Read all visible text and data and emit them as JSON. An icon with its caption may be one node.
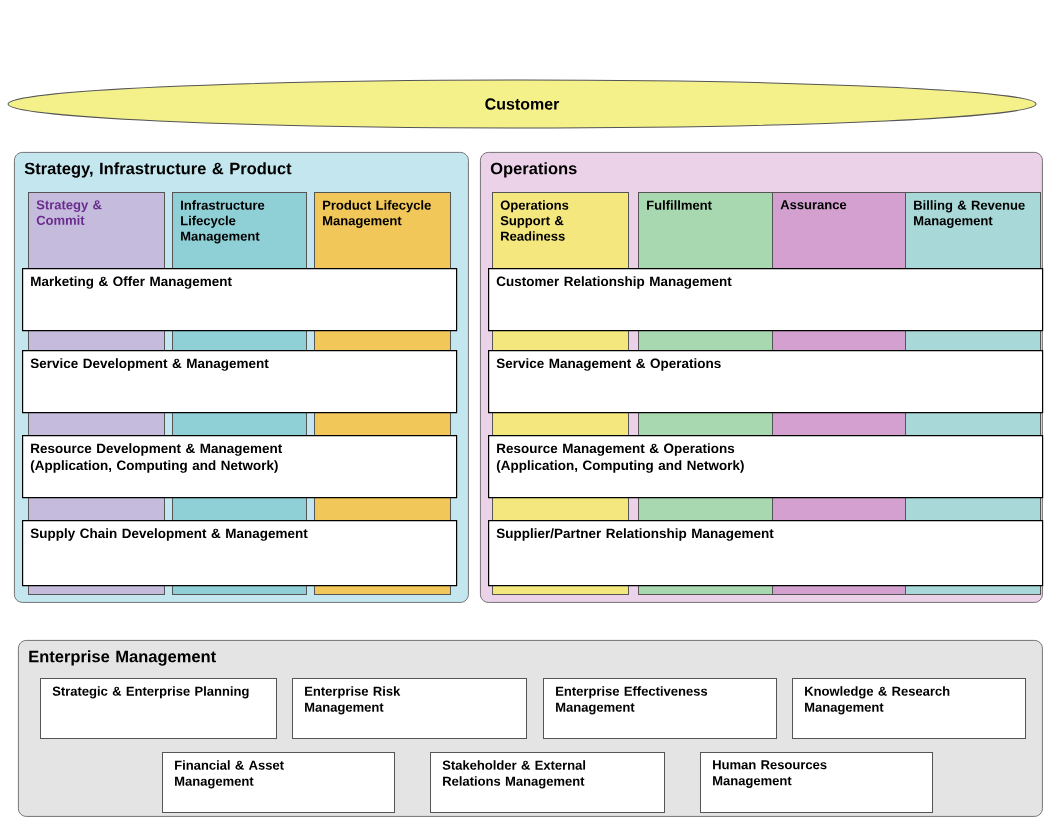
{
  "diagram": {
    "nodes": [
      {
        "text": [
          "Customer"
        ]
      },
      {
        "text": [
          "Strategy, Infrastructure & Product"
        ]
      },
      {
        "text": [
          "Strategy & Commit"
        ],
        "in": 1
      },
      {
        "text": [
          "Infrastructure Lifecycle Management"
        ],
        "in": 1
      },
      {
        "text": [
          "Product Lifecycle Management"
        ],
        "in": 1
      },
      {
        "text": [
          "Marketing & Offer Management"
        ],
        "in": 1
      },
      {
        "text": [
          "Service Development & Management"
        ],
        "in": 1
      },
      {
        "text": [
          "Resource Development & Management (Application, Computing and Network)"
        ],
        "in": 1
      },
      {
        "text": [
          "Supply Chain Development & Management"
        ],
        "in": 1
      },
      {
        "text": [
          "Operations"
        ]
      },
      {
        "text": [
          "Operations Support & Readiness"
        ],
        "in": 9
      },
      {
        "text": [
          "Fulfillment"
        ],
        "in": 9
      },
      {
        "text": [
          "Assurance"
        ],
        "in": 9
      },
      {
        "text": [
          "Billing & Revenue Management"
        ],
        "in": 9
      },
      {
        "text": [
          "Customer Relationship Management"
        ],
        "in": 9
      },
      {
        "text": [
          "Service Management & Operations"
        ],
        "in": 9
      },
      {
        "text": [
          "Resource Management & Operations (Application, Computing and Network)"
        ],
        "in": 9
      },
      {
        "text": [
          "Supplier/Partner Relationship Management"
        ],
        "in": 9
      },
      {
        "text": [
          "Enterprise Management"
        ]
      },
      {
        "text": [
          "Strategic & Enterprise Planning"
        ],
        "in": 18
      },
      {
        "text": [
          "Enterprise Risk Management"
        ],
        "in": 18
      },
      {
        "text": [
          "Enterprise Effectiveness Management"
        ],
        "in": 18
      },
      {
        "text": [
          "Knowledge & Research Management"
        ],
        "in": 18
      },
      {
        "text": [
          "Financial & Asset Management"
        ],
        "in": 18
      },
      {
        "text": [
          "Stakeholder & External Relations Management"
        ],
        "in": 18
      },
      {
        "text": [
          "Human Resources Management"
        ],
        "in": 18
      }
    ]
  }
}
